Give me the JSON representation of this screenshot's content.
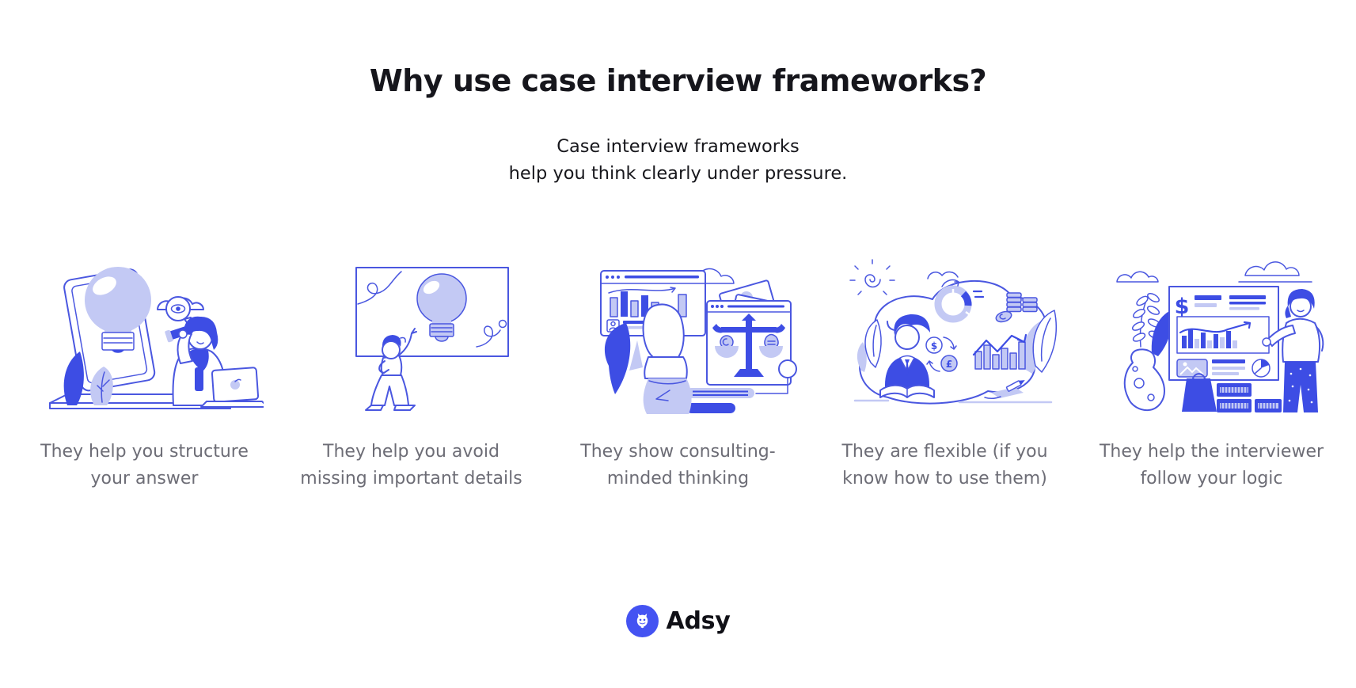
{
  "page": {
    "title": "Why use case interview frameworks?",
    "subtitle": [
      "Case interview frameworks",
      "help you think clearly under pressure."
    ]
  },
  "benefits": [
    {
      "illustration": "person-spyglass-lightbulb-tablet",
      "caption": [
        "They help you structure",
        "your answer"
      ]
    },
    {
      "illustration": "woman-whiteboard-lightbulb",
      "caption": [
        "They help you avoid",
        "missing important details"
      ]
    },
    {
      "illustration": "woman-browser-balance-scale-money",
      "caption": [
        "They show consulting-",
        "minded thinking"
      ]
    },
    {
      "illustration": "man-charts-currency-book",
      "caption": [
        "They are flexible (if you",
        "know how to use them)"
      ]
    },
    {
      "illustration": "woman-presentation-board-vase",
      "caption": [
        "They help the interviewer",
        "follow your logic"
      ]
    }
  ],
  "footer": {
    "brand": "Adsy"
  },
  "icons": {
    "dollar": "$",
    "pound": "£",
    "owl": "owl-in-blue-circle"
  },
  "colors": {
    "outline_blue": "#4a57e0",
    "light_lavender": "#c3c9f4",
    "dark_blue": "#3d4de4",
    "logo_blue": "#4453f2",
    "caption_gray": "#6d6d76",
    "title_black": "#16161c"
  }
}
